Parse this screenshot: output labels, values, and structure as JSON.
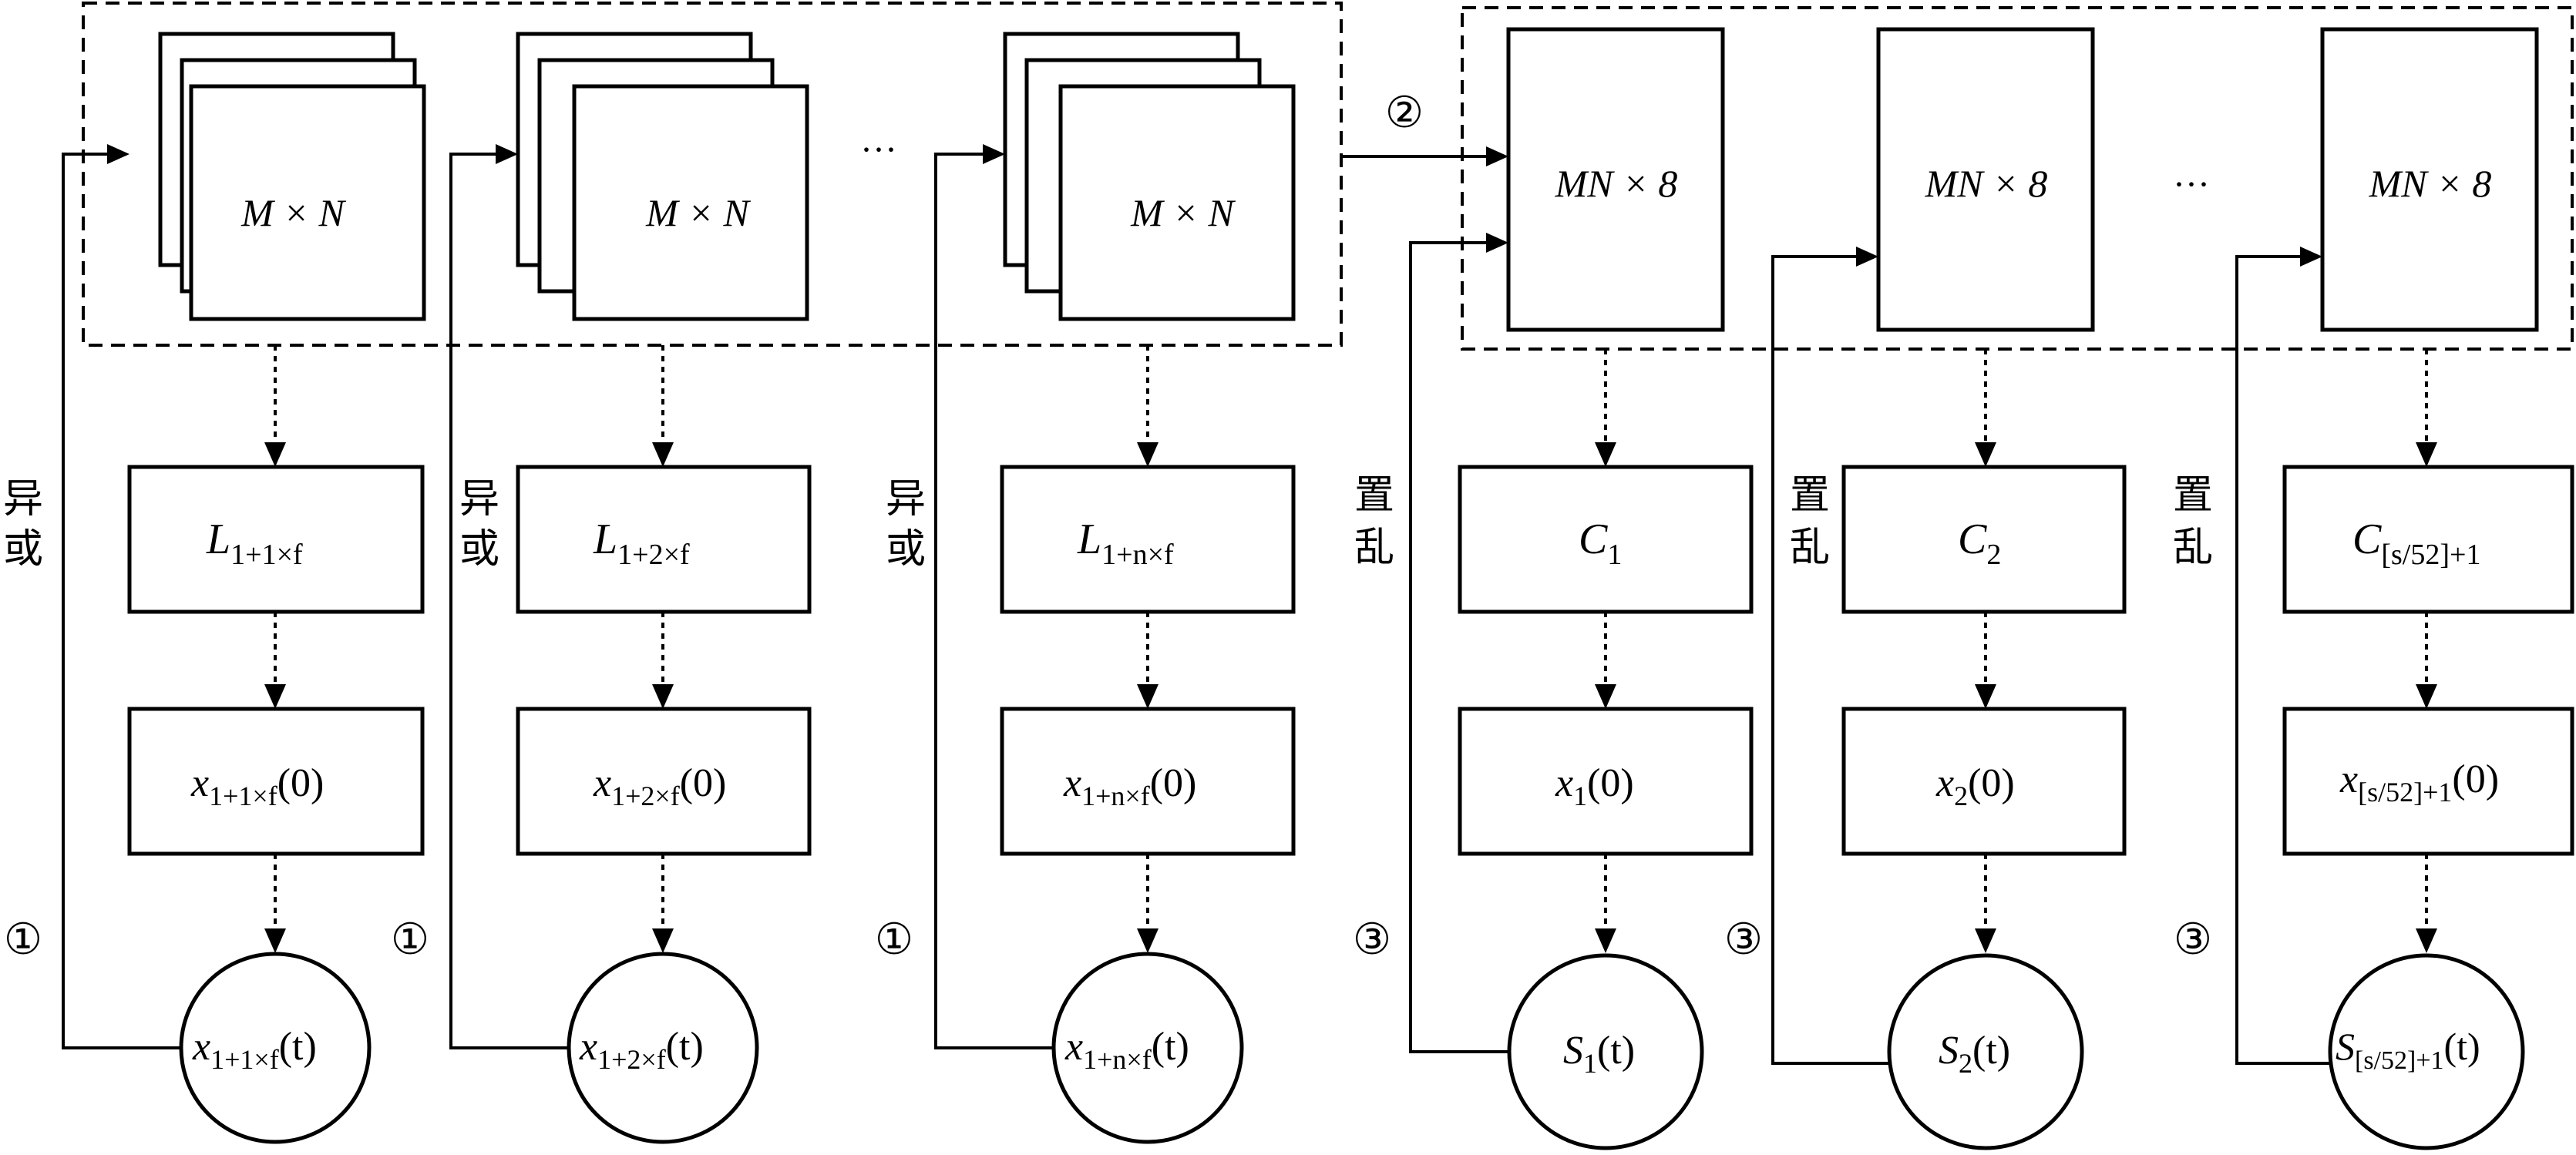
{
  "left_group": {
    "stacks": [
      {
        "label": "M × N"
      },
      {
        "label": "M × N"
      },
      {
        "label": "M × N"
      }
    ],
    "ellipsis": "···",
    "columns": [
      {
        "side_label_1": "异",
        "side_label_2": "或",
        "marker": "①",
        "L_sub": "1+1×f",
        "x0_sub": "1+1×f",
        "xt_sub": "1+1×f"
      },
      {
        "side_label_1": "异",
        "side_label_2": "或",
        "marker": "①",
        "L_sub": "1+2×f",
        "x0_sub": "1+2×f",
        "xt_sub": "1+2×f"
      },
      {
        "side_label_1": "异",
        "side_label_2": "或",
        "marker": "①",
        "L_sub": "1+n×f",
        "x0_sub": "1+n×f",
        "xt_sub": "1+n×f"
      }
    ]
  },
  "connector_marker": "②",
  "right_group": {
    "blocks": [
      {
        "label": "MN × 8"
      },
      {
        "label": "MN × 8"
      },
      {
        "label": "MN × 8"
      }
    ],
    "ellipsis": "···",
    "columns": [
      {
        "side_label_1": "置",
        "side_label_2": "乱",
        "marker": "③",
        "C_sub": "1",
        "x0_sub": "1",
        "S_sub": "1"
      },
      {
        "side_label_1": "置",
        "side_label_2": "乱",
        "marker": "③",
        "C_sub": "2",
        "x0_sub": "2",
        "S_sub": "2"
      },
      {
        "side_label_1": "置",
        "side_label_2": "乱",
        "marker": "③",
        "C_sub": "[s/52]+1",
        "x0_sub": "[s/52]+1",
        "S_sub": "[s/52]+1"
      }
    ]
  },
  "symbols": {
    "L": "L",
    "C": "C",
    "x": "x",
    "S": "S",
    "arg0": "(0)",
    "argt": "(t)"
  }
}
